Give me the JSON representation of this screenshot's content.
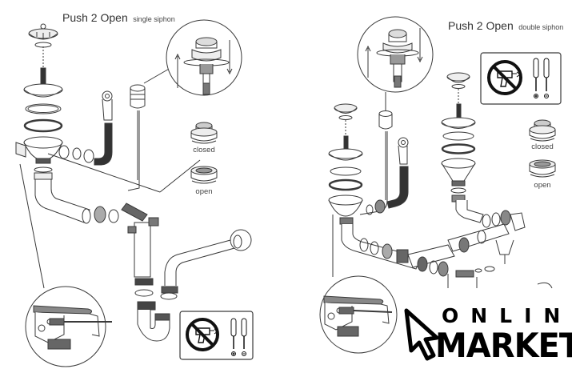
{
  "left_panel": {
    "title": "Push 2 Open",
    "subtitle": "single siphon",
    "states": {
      "closed": "closed",
      "open": "open"
    },
    "warning_panel": {
      "icon": "no-drill-icon",
      "tools": [
        "screwdriver-phillips",
        "screwdriver-flat"
      ]
    }
  },
  "right_panel": {
    "title": "Push 2 Open",
    "subtitle": "double siphon",
    "states": {
      "closed": "closed",
      "open": "open"
    },
    "warning_panel": {
      "icon": "no-drill-icon",
      "tools": [
        "screwdriver-phillips",
        "screwdriver-flat"
      ]
    }
  },
  "logo": {
    "line1": "ONLINE",
    "line2": "MARKET",
    "icon": "cursor-arrow-icon"
  },
  "colors": {
    "line": "#3a3a3a",
    "dark_part": "#333333",
    "gray_part": "#8a8a8a",
    "background": "#ffffff"
  }
}
